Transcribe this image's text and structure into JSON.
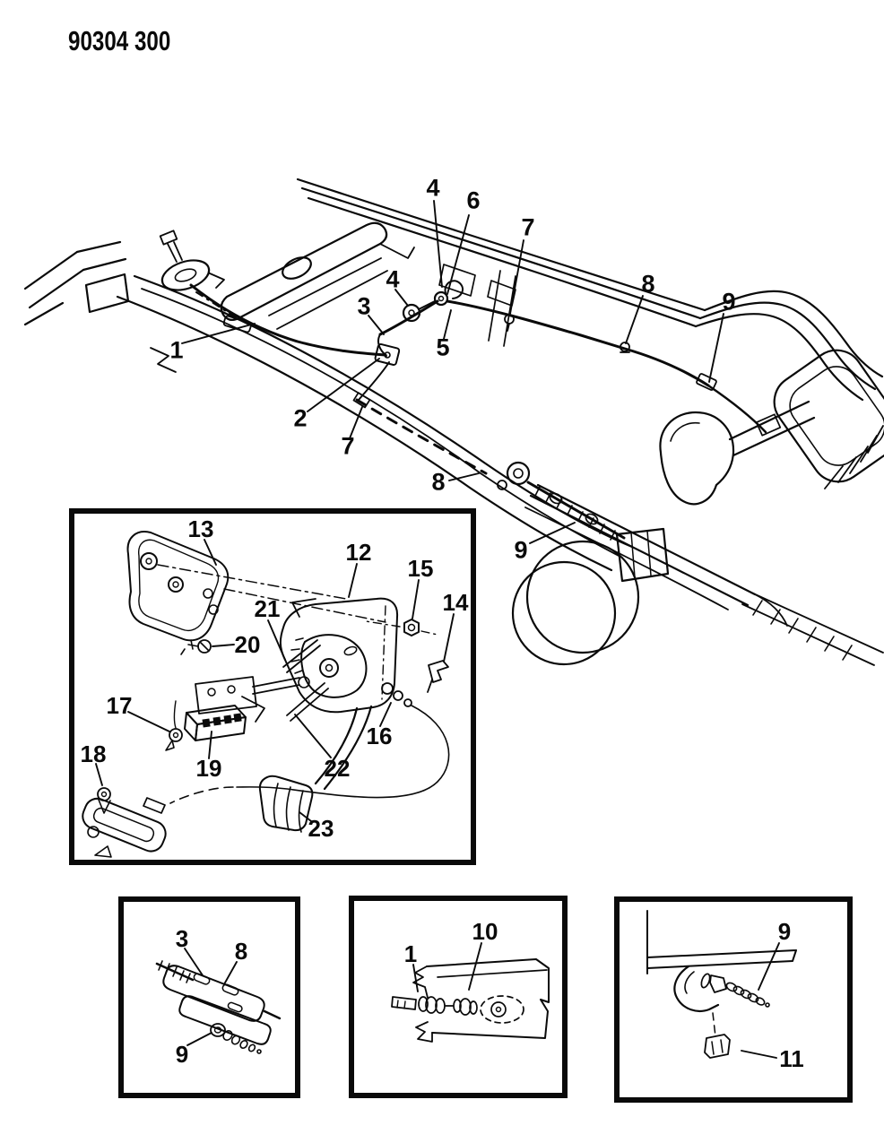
{
  "header": {
    "part_number": "90304 300"
  },
  "diagram": {
    "main_view": {
      "callouts": [
        {
          "n": "1"
        },
        {
          "n": "2"
        },
        {
          "n": "3"
        },
        {
          "n": "4"
        },
        {
          "n": "4"
        },
        {
          "n": "5"
        },
        {
          "n": "6"
        },
        {
          "n": "7"
        },
        {
          "n": "7"
        },
        {
          "n": "8"
        },
        {
          "n": "8"
        },
        {
          "n": "9"
        },
        {
          "n": "9"
        }
      ]
    },
    "pedal_inset": {
      "callouts": [
        {
          "n": "13"
        },
        {
          "n": "12"
        },
        {
          "n": "15"
        },
        {
          "n": "14"
        },
        {
          "n": "21"
        },
        {
          "n": "20"
        },
        {
          "n": "17"
        },
        {
          "n": "16"
        },
        {
          "n": "18"
        },
        {
          "n": "19"
        },
        {
          "n": "22"
        },
        {
          "n": "23"
        }
      ]
    },
    "detail_box_left": {
      "callouts": [
        {
          "n": "3"
        },
        {
          "n": "8"
        },
        {
          "n": "9"
        }
      ]
    },
    "detail_box_middle": {
      "callouts": [
        {
          "n": "1"
        },
        {
          "n": "10"
        }
      ]
    },
    "detail_box_right": {
      "callouts": [
        {
          "n": "9"
        },
        {
          "n": "11"
        }
      ]
    }
  }
}
